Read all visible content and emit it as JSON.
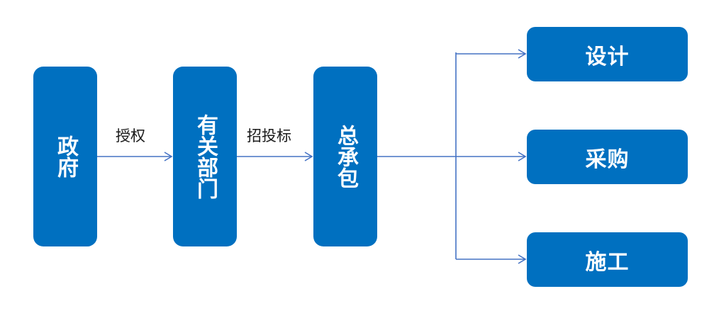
{
  "nodes": {
    "government": "政府",
    "departments": "有关部门",
    "contractor": "总承包",
    "design": "设计",
    "procurement": "采购",
    "construction": "施工"
  },
  "edges": {
    "authorize": "授权",
    "bidding": "招投标"
  },
  "colors": {
    "node_fill": "#0070c0",
    "node_text": "#ffffff",
    "connector": "#4472c4",
    "label_text": "#1a1a1a"
  }
}
